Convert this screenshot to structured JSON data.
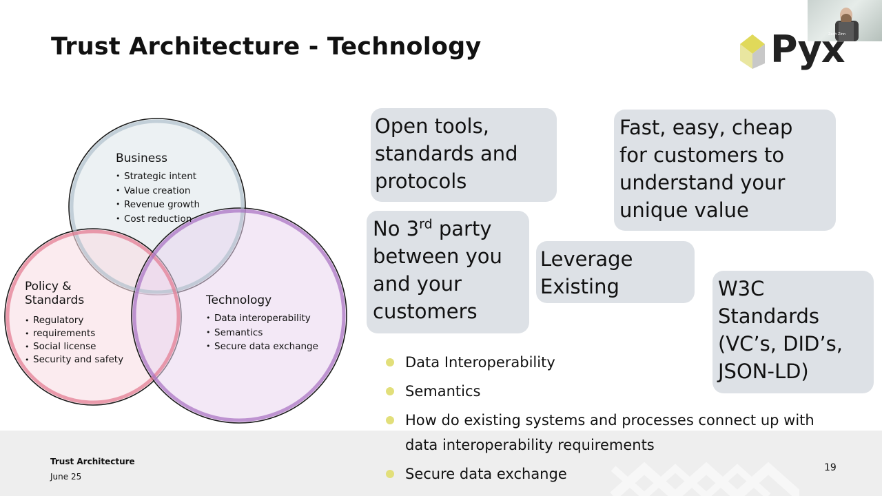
{
  "slide": {
    "title": "Trust Architecture - Technology",
    "logo_text": "Pyx",
    "page_number": "19",
    "footer": {
      "line1": "Trust Architecture",
      "line2": "June 25"
    }
  },
  "webcam": {
    "participant_name": "Zach Zinn"
  },
  "venn": {
    "business": {
      "heading": "Business",
      "items": [
        "Strategic intent",
        "Value creation",
        "Revenue growth",
        "Cost reduction"
      ]
    },
    "policy": {
      "heading_line1": "Policy &",
      "heading_line2": "Standards",
      "items": [
        "Regulatory",
        "requirements",
        "Social license",
        "Security and safety"
      ]
    },
    "technology": {
      "heading": "Technology",
      "items": [
        "Data interoperability",
        "Semantics",
        "Secure data exchange"
      ]
    }
  },
  "bubbles": {
    "open_tools": [
      "Open tools,",
      "standards and",
      "protocols"
    ],
    "fast_easy": [
      "Fast, easy, cheap",
      "for customers to",
      "understand your",
      "unique value"
    ],
    "third_party": {
      "line1_pre": "No 3",
      "line1_sup": "rd",
      "line1_post": " party",
      "lines": [
        "between you",
        "and your",
        "customers"
      ]
    },
    "leverage": [
      "Leverage",
      "Existing"
    ],
    "w3c": [
      "W3C",
      "Standards",
      "(VC’s, DID’s,",
      "JSON-LD)"
    ]
  },
  "bullets": [
    "Data Interoperability",
    "Semantics",
    "How do existing systems and processes connect up with data interoperability requirements",
    "Secure data exchange"
  ],
  "colors": {
    "bubble_bg": "#dde1e6",
    "bullet_dot": "#e2df7a",
    "footer_bg": "#eeeeee",
    "logo_yellow": "#e0d95a",
    "logo_gray": "#c8c8c8"
  }
}
